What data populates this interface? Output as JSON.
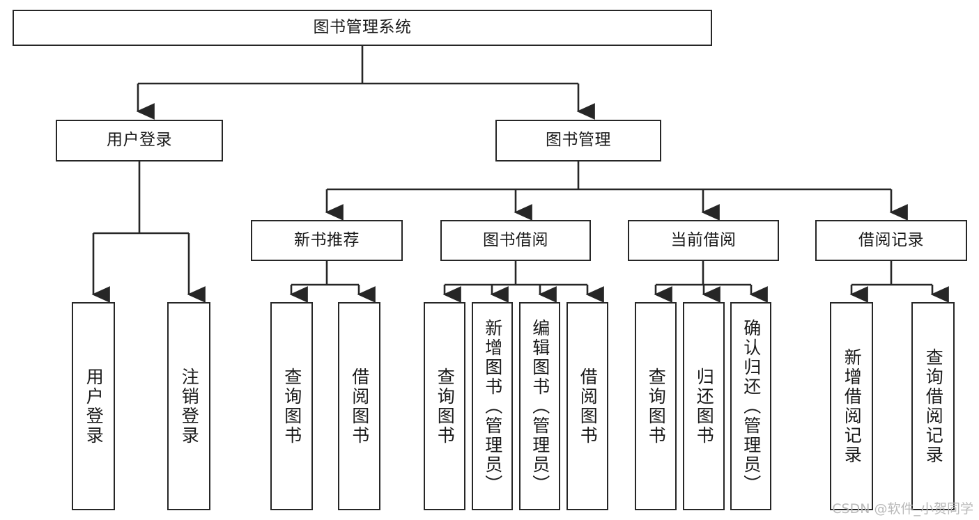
{
  "diagram": {
    "type": "tree",
    "title": "图书管理系统",
    "root": {
      "label": "图书管理系统"
    },
    "level2": [
      {
        "label": "用户登录"
      },
      {
        "label": "图书管理"
      }
    ],
    "level3": [
      {
        "label": "新书推荐"
      },
      {
        "label": "图书借阅"
      },
      {
        "label": "当前借阅"
      },
      {
        "label": "借阅记录"
      }
    ],
    "leaves": {
      "user_login": [
        {
          "label": "用户登录"
        },
        {
          "label": "注销登录"
        }
      ],
      "new_book": [
        {
          "label": "查询图书"
        },
        {
          "label": "借阅图书"
        }
      ],
      "book_borrow": [
        {
          "label": "查询图书"
        },
        {
          "label": "新增图书（管理员）"
        },
        {
          "label": "编辑图书（管理员）"
        },
        {
          "label": "借阅图书"
        }
      ],
      "current_borrow": [
        {
          "label": "查询图书"
        },
        {
          "label": "归还图书"
        },
        {
          "label": "确认归还（管理员）"
        }
      ],
      "borrow_record": [
        {
          "label": "新增借阅记录"
        },
        {
          "label": "查询借阅记录"
        }
      ]
    }
  },
  "watermark": {
    "text": "CSDN @软件_小贺同学"
  },
  "colors": {
    "stroke": "#262626",
    "text": "#1a1a1a",
    "background": "#ffffff",
    "watermark": "#b9b9b9"
  }
}
